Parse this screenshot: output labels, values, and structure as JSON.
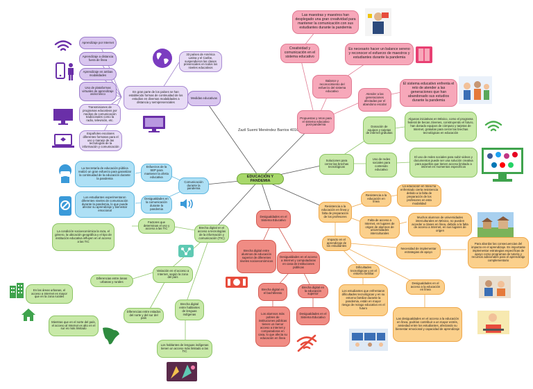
{
  "center": "EDUCACIÓN Y PANDEMIA",
  "author": "Zazil Suemi Menéndez Barrios 401C",
  "proposals": {
    "main": "Propuestas y retos para el sistema educativo post-pandemia",
    "creativity": "Creatividad y comunicación en el sistema educativo",
    "creativity_note": "Las maestras y maestros han desplegado una gran creatividad para mantener la comunicación con sus estudiantes durante la pandemia",
    "balance": "Balance y reconocimiento del esfuerzo del sistema educativo",
    "balance_note": "Es necesario hacer un balance sereno y reconocer el esfuerzo de maestros y estudiantes durante la pandemia",
    "attend": "Atender a las generaciones afectadas por el abandono escolar",
    "attend_note": "El sistema educativo enfrenta el reto de atender a las generaciones que han abandonado sus estudios durante la pandemia"
  },
  "solutions": {
    "main": "Soluciones para cerrar las brechas tecnológicas",
    "donation": "Donación de equipos y tarjetas de internet gratuitas",
    "donation_note": "Algunas iniciativas en México, como el programa federal de becas Jóvenes, construyendo el futuro, han donado equipos de cómputo y tarjetas de Internet, gratuitas para cerrar las brechas tecnológicas en educación",
    "social": "Uso de redes sociales para contenido educativo",
    "social_note": "El uso de redes sociales para subir videos y documentos puede ser una solución creativa para aquellos que tienen acceso limitado a internet en momentos específicos"
  },
  "resilience": {
    "main": "Resistencia a la educación en línea y falta de preparación de los profesores",
    "r1": "Resistencia a la educación en línea",
    "r1_note": "La educación en línea ha enfrentado cierta resistencia debido a la falta de preparación de los profesores en esta modalidad",
    "r2": "Falta de acceso a Internet, en lugares de origen de alumnos de universidades interculturales",
    "r2_note": "Muchos alumnos de universidades interculturales en México, no pueden acceder a clases en línea, debido a la falta de acceso a Internet, en sus lugares de origen"
  },
  "impact": {
    "main": "Impacto en el aprendizaje de los estudiantes",
    "difficulties": "Dificultades tecnológicas y en el entorno familiar",
    "difficulties_note": "Los estudiantes que enfrentaron dificultades tecnológicas y en su entorno familiar durante la pandemia, están en mayor riesgo de rezago educativo en el futuro",
    "strategies": "Necesidad de implementar estrategias de apoyo",
    "strategies_note": "Para abordar las consecuencias del impacto en el aprendizaje. Es importante implementar estrategias específicas de apoyo como programas de tutoría y recursos adicionales para el aprendizaje complementario",
    "inequality": "Desigualdades en el acceso a la educación en línea",
    "inequality_note": "Las desigualdades en el acceso a la educación en línea, podrían contribuir a un mayor estrés, ansiedad entre los estudiantes, afectando su bienestar emocional y capacidad de aprendizaje"
  },
  "inequalities": {
    "main": "Desigualdades en el Sistema Educativo",
    "higher": "Brecha digital entre alumnos de educación superior de diferentes niveles socioeconómicos",
    "access": "Desigualdades en el acceso a Internet y computadoras en casa de instituciones públicas",
    "digital": "Brecha digital en el bachillerato",
    "digital_note": "Los alumnos más pobres de instituciones públicas tienen un menor acceso a internet y computadoras en casa, lo que afecta su educación en línea",
    "higher_ed": "Brecha digital en la educación superior",
    "system": "Desigualdades en el Sistema Educativo"
  },
  "tic": {
    "main": "Brecha digital en el acceso a tecnologías de la información y comunicación (TIC)",
    "factors": "Factores que determinan el uso y acceso a las TIC",
    "factors_note": "La condición socioeconómica la raza, el género, la ubicación geográfica y el tipo de institución educativa influyen en el acceso a las TIC",
    "variation": "Variación en el acceso a Internet, según la zona del país",
    "urban": "Diferencias entre áreas urbanas y rurales",
    "urban_note": "En las áreas urbanas, el acceso a Internet es mayor que en la zona rurales",
    "north": "Diferencias entre estados del norte y del sur del país",
    "north_note": "Mientras que en el norte del país, el acceso al Internet es alto en el sur es más limitado",
    "indigenous": "Brecha digital entre hablantes de lenguas indígenas",
    "indigenous_note": "Los hablantes de lenguas indígenas tienen un acceso más limitado a las TIC"
  },
  "communication": {
    "main": "Comunicación durante la pandemia",
    "effort": "Esfuerzos de la SEP para mantener la oferta educativa",
    "effort_note": "La Secretaría de educación pública realizó un gran esfuerzo para garantizar la continuidad de la educación durante la pandemia",
    "inequal": "Desigualdades en la comunicación durante la pandemia",
    "inequal_note": "Los estudiantes experimentaron diferentes niveles de comunicación durante la pandemia, lo que puede afectar su aprendizaje y bienestar emocional"
  },
  "modalities": {
    "main": "Medidas educativas",
    "note": "En gran parte de los países se han establecido formas de continuidad de los estudios en diversas modalidades a distancia y semipresenciales",
    "countries": "33 países de América Latina y el Caribe, suspendieron las clases presenciales en todos los niveles educativos",
    "m1": "Aprendizaje por Internet",
    "m2": "Aprendizaje a distancia fuera de línea",
    "m3": "Aprendizaje en ambas modalidades",
    "m4": "Uso de plataformas virtuales de aprendizaje asincrónico",
    "m5": "Transmisiones de programas educativos por medios de comunicación tradicionales como la radio, televisión, etc.",
    "m6": "Españoles escolares diferentes formatos para el uso y manejo de las tecnologías de la información y comunicación"
  },
  "colors": {
    "purple": "#d9c6ef",
    "pink": "#f7a8ba",
    "blue": "#aee0f5",
    "green": "#c8e9a8",
    "orange": "#fbd08c",
    "red": "#f08c84",
    "center": "#a8d86b"
  },
  "icons": [
    "wifi-icon",
    "phone-icon",
    "laptop-icon",
    "monitor-icon",
    "globe-icon",
    "teacher-icon",
    "book-icon",
    "students-icon",
    "wifi-green-icon",
    "social-network-icon",
    "mask-icon",
    "no-signal-icon",
    "speaker-icon",
    "network-icon",
    "buildings-icon",
    "house-icon",
    "map-icon",
    "hands-icon",
    "money-icon",
    "wifi-off-icon",
    "students-computers-icon"
  ]
}
